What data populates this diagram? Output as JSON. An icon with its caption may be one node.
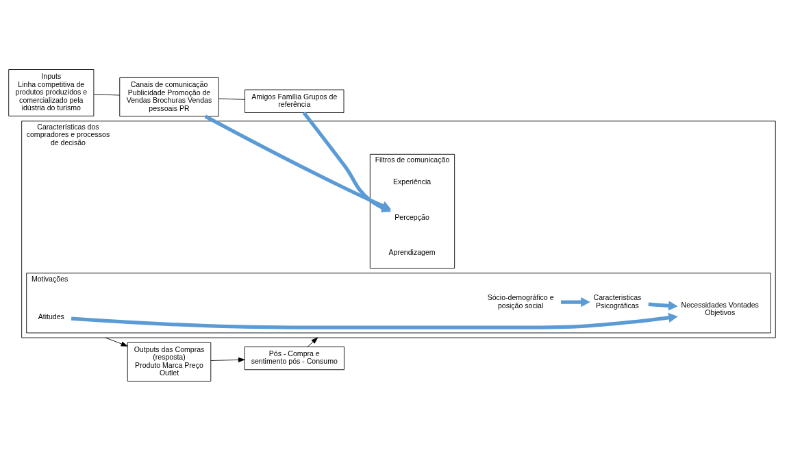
{
  "diagram": {
    "nodes": [
      {
        "text": [
          "Inputs",
          "Linha competitiva de produtos produzidos e comercializado pela idústria do turismo"
        ]
      },
      {
        "text": [
          "Canais de comunicação",
          "Publicidade Promoção de Vendas Brochuras Vendas pessoais PR"
        ]
      },
      {
        "text": [
          "Amigos Família Grupos de referência"
        ]
      },
      {
        "text": [
          "Características dos compradores e processos de decisão"
        ]
      },
      {
        "text": [
          "Filtros de comunicação"
        ],
        "in": 3
      },
      {
        "text": [
          "Aprendizagem"
        ],
        "in": 4
      },
      {
        "text": [
          "Percepção"
        ],
        "in": 4
      },
      {
        "text": [
          "Experiência"
        ],
        "in": 4
      },
      {
        "text": [
          "Motivações"
        ],
        "in": 3
      },
      {
        "text": [
          "Sócio-demográfico e posição social"
        ],
        "in": 8
      },
      {
        "text": [
          "Caracteristicas Psicográficas"
        ],
        "in": 8
      },
      {
        "text": [
          "Necessidades Vontades Objetivos"
        ],
        "in": 8
      },
      {
        "text": [
          "Atitudes"
        ],
        "in": 8
      },
      {
        "text": [
          "Outputs das Compras (resposta)",
          "Produto Marca Preço Outlet"
        ]
      },
      {
        "text": [
          "Pós - Compra e sentimento pós - Consumo"
        ]
      }
    ],
    "edges": [
      {
        "from": 0,
        "to": 1,
        "arrow": "none"
      },
      {
        "from": 1,
        "to": 2,
        "arrow": "none"
      },
      {
        "from": 1,
        "to": 6,
        "arrow": "to",
        "style": "thick",
        "color": "#5b9bd5"
      },
      {
        "from": 2,
        "to": 6,
        "arrow": "to",
        "style": "thick",
        "color": "#5b9bd5"
      },
      {
        "from": 9,
        "to": 10,
        "arrow": "to",
        "style": "thick",
        "color": "#5b9bd5"
      },
      {
        "from": 10,
        "to": 11,
        "arrow": "to",
        "style": "thick",
        "color": "#5b9bd5"
      },
      {
        "from": 12,
        "to": 11,
        "arrow": "to",
        "style": "thick",
        "color": "#5b9bd5"
      },
      {
        "from": 3,
        "to": 13,
        "arrow": "to"
      },
      {
        "from": 13,
        "to": 14,
        "arrow": "to"
      },
      {
        "from": 14,
        "to": 3,
        "arrow": "to"
      }
    ]
  }
}
